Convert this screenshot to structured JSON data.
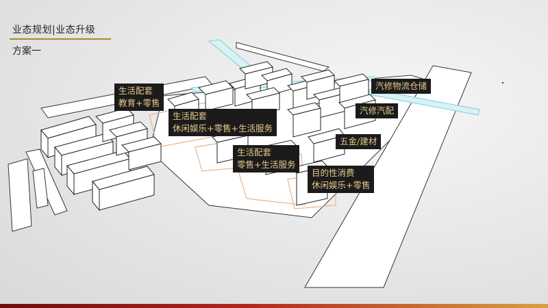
{
  "header": {
    "title": "业态规划|业态升级",
    "subtitle": "方案一"
  },
  "labels": [
    {
      "line1": "生活配套",
      "line2": "教育+零售"
    },
    {
      "line1": "生活配套",
      "line2": "休闲娱乐+零售+生活服务"
    },
    {
      "line1": "生活配套",
      "line2": "零售+生活服务"
    },
    {
      "line1": "目的性消费",
      "line2": "休闲娱乐+零售"
    },
    {
      "line1": "五金/建材"
    },
    {
      "line1": "汽修汽配"
    },
    {
      "line1": "汽修物流仓储"
    }
  ],
  "colors": {
    "accent_gold": "#a8872e",
    "label_bg": "#1b1b1b",
    "label_text": "#e7c98a",
    "highlight_orange": "#e9b48a",
    "road_cyan": "#8fd3de"
  }
}
